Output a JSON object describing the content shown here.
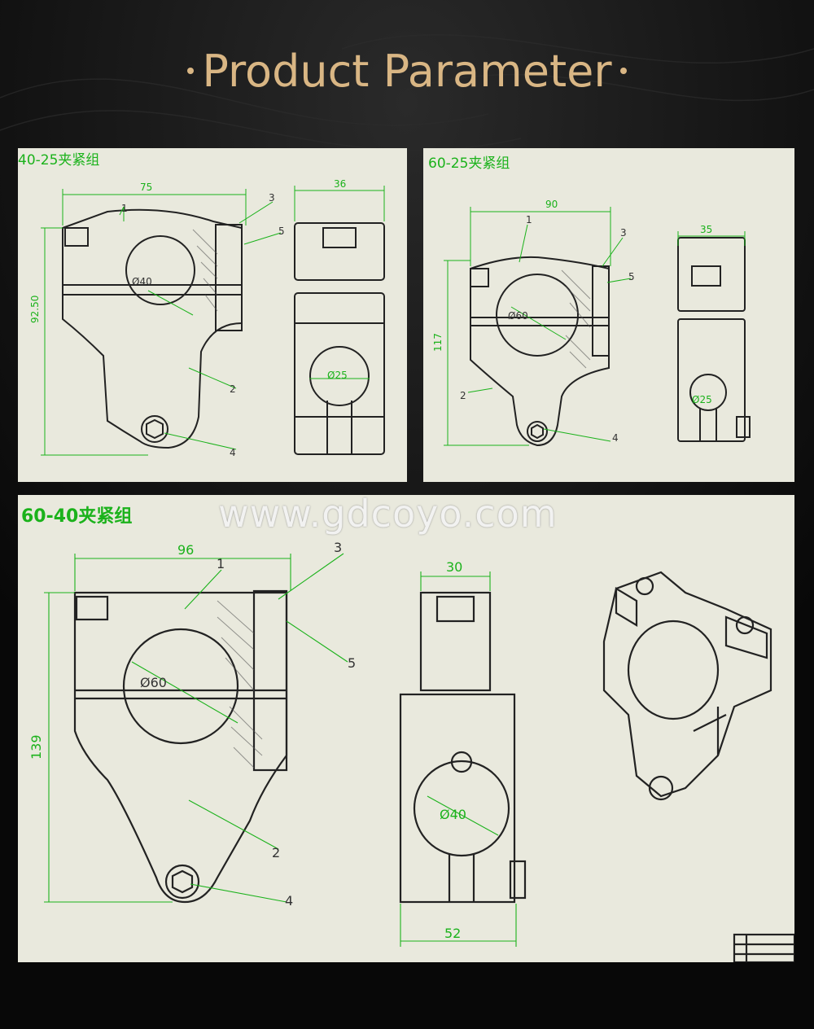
{
  "header": {
    "title": "Product Parameter"
  },
  "watermark": "www.gdcoyo.com",
  "panels": [
    {
      "label": "40-25夹紧组",
      "dims": {
        "width": "75",
        "height": "92.50",
        "side_width": "36",
        "bore": "Ø40",
        "bore2": "Ø25"
      },
      "callouts": [
        "1",
        "2",
        "3",
        "4",
        "5"
      ]
    },
    {
      "label": "60-25夹紧组",
      "dims": {
        "width": "90",
        "height": "117",
        "side_width": "35",
        "bore": "Ø60",
        "bore2": "Ø25"
      },
      "callouts": [
        "1",
        "2",
        "3",
        "4",
        "5"
      ]
    },
    {
      "label": "60-40夹紧组",
      "dims": {
        "width": "96",
        "height": "139",
        "side_width": "30",
        "bore": "Ø60",
        "bore2": "Ø40",
        "bottom_width": "52"
      },
      "callouts": [
        "1",
        "2",
        "3",
        "4",
        "5"
      ]
    }
  ],
  "colors": {
    "title_gold": "#d9b684",
    "dim_green": "#1bb21b",
    "panel_bg": "#e9e9dd",
    "background": "#0c0c0c"
  }
}
